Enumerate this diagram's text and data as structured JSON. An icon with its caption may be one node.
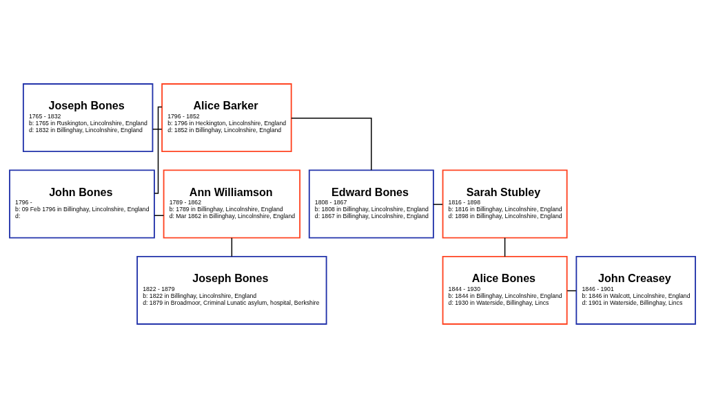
{
  "diagram": {
    "nodes": [
      {
        "text": [
          "Joseph Bones",
          "1765 - 1832",
          "b: 1765 in Ruskington, Lincolnshire, England",
          "d: 1832 in Billinghay, Lincolnshire, England"
        ]
      },
      {
        "text": [
          "Alice Barker",
          "1796 - 1852",
          "b: 1796 in Heckington, Lincolnshire, England",
          "d: 1852 in Billinghay, Lincolnshire, England"
        ]
      },
      {
        "text": [
          "John Bones",
          "1796 -",
          "b: 09 Feb 1796 in Billinghay, Lincolnshire, England",
          "d:"
        ]
      },
      {
        "text": [
          "Ann Williamson",
          "1789 - 1862",
          "b: 1789 in Billinghay, Lincolnshire, England",
          "d: Mar 1862 in Billinghay, Lincolnshire, England"
        ]
      },
      {
        "text": [
          "Edward Bones",
          "1808 - 1867",
          "b: 1808 in Billinghay, Lincolnshire, England",
          "d: 1867 in Billinghay, Lincolnshire, England"
        ]
      },
      {
        "text": [
          "Sarah Stubley",
          "1816 - 1898",
          "b: 1816 in Billinghay, Lincolnshire, England",
          "d: 1898 in Billinghay, Lincolnshire, England"
        ]
      },
      {
        "text": [
          "Joseph Bones",
          "1822 - 1879",
          "b: 1822 in Billinghay, Lincolnshire, England",
          "d: 1879 in Broadmoor, Criminal Lunatic asylum, hospital, Berkshire"
        ]
      },
      {
        "text": [
          "Alice Bones",
          "1844 - 1930",
          "b: 1844 in Billinghay, Lincolnshire, England",
          "d: 1930 in Waterside, Billinghay, Lincs"
        ]
      },
      {
        "text": [
          "John Creasey",
          "1846 - 1901",
          "b: 1846 in Walcott, Lincolnshire, England",
          "d: 1901 in Waterside, Billinghay, Lincs"
        ]
      }
    ],
    "edges": [
      {
        "from": 0,
        "to": 1,
        "arrow": "none"
      },
      {
        "from": 1,
        "to": 2,
        "arrow": "none"
      },
      {
        "from": 1,
        "to": 4,
        "arrow": "none"
      },
      {
        "from": 2,
        "to": 3,
        "arrow": "none"
      },
      {
        "from": 4,
        "to": 5,
        "arrow": "none"
      },
      {
        "from": 3,
        "to": 6,
        "arrow": "none"
      },
      {
        "from": 5,
        "to": 7,
        "arrow": "none"
      },
      {
        "from": 7,
        "to": 8,
        "arrow": "none"
      }
    ]
  }
}
